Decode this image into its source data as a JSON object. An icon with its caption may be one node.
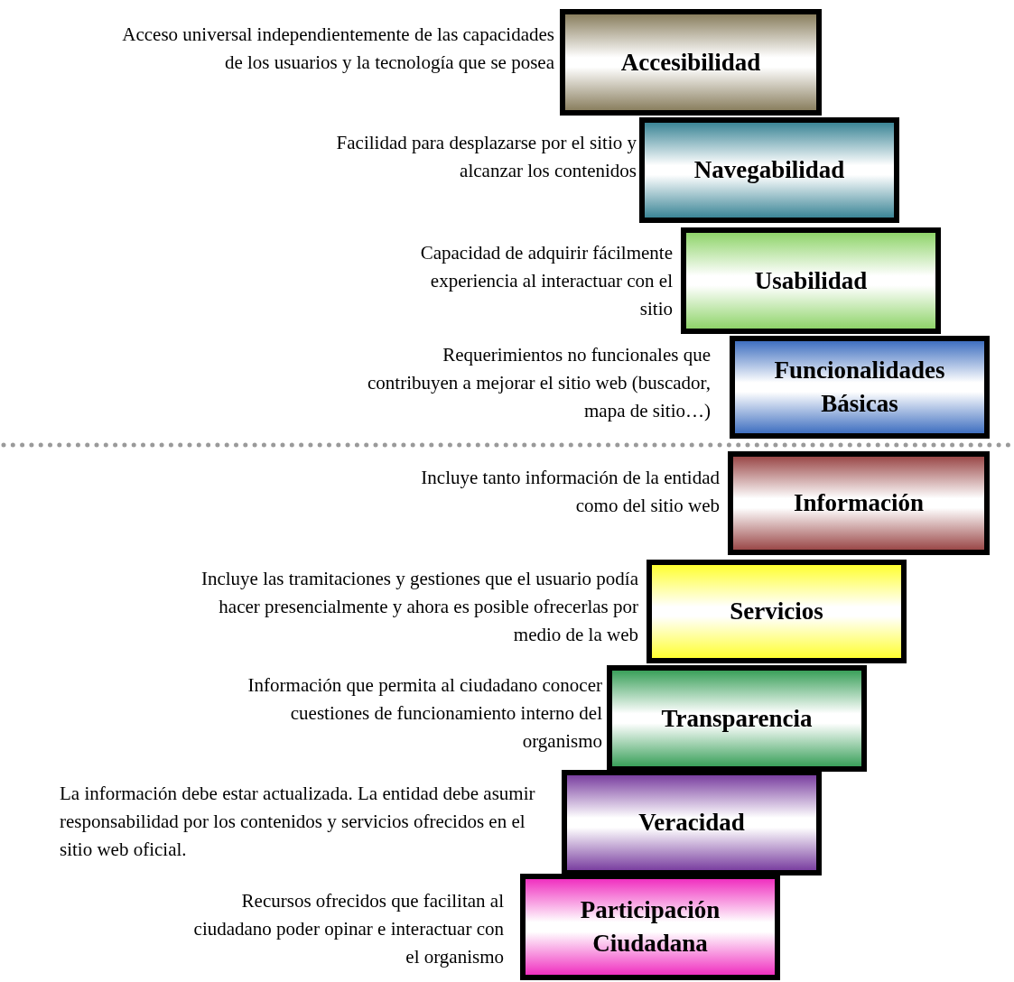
{
  "diagram": {
    "nodes": [
      {
        "text": [
          "Accesibilidad"
        ],
        "beside": [
          "Acceso universal independientemente de las capacidades de los usuarios y la tecnología que se posea"
        ]
      },
      {
        "text": [
          "Navegabilidad"
        ],
        "beside": [
          "Facilidad para desplazarse por el sitio y alcanzar los contenidos"
        ]
      },
      {
        "text": [
          "Usabilidad"
        ],
        "beside": [
          "Capacidad de adquirir fácilmente experiencia al interactuar con el sitio"
        ]
      },
      {
        "text": [
          "Funcionalidades Básicas"
        ],
        "beside": [
          "Requerimientos no funcionales que contribuyen a mejorar el sitio web (buscador, mapa de sitio…)"
        ]
      },
      {
        "text": [
          "Información"
        ],
        "beside": [
          "Incluye tanto información de la entidad como del sitio web"
        ]
      },
      {
        "text": [
          "Servicios"
        ],
        "beside": [
          "Incluye las tramitaciones y gestiones que el usuario podía hacer presencialmente y ahora es posible ofrecerlas por medio de la web"
        ]
      },
      {
        "text": [
          "Transparencia"
        ],
        "beside": [
          "Información que permita al ciudadano conocer cuestiones de funcionamiento interno del organismo"
        ]
      },
      {
        "text": [
          "Veracidad"
        ],
        "beside": [
          "La información debe estar actualizada. La entidad debe asumir responsabilidad por los contenidos y servicios ofrecidos en el sitio web oficial."
        ]
      },
      {
        "text": [
          "Participación Ciudadana"
        ],
        "beside": [
          "Recursos ofrecidos que facilitan al ciudadano poder opinar e interactuar con el organismo"
        ]
      }
    ]
  }
}
